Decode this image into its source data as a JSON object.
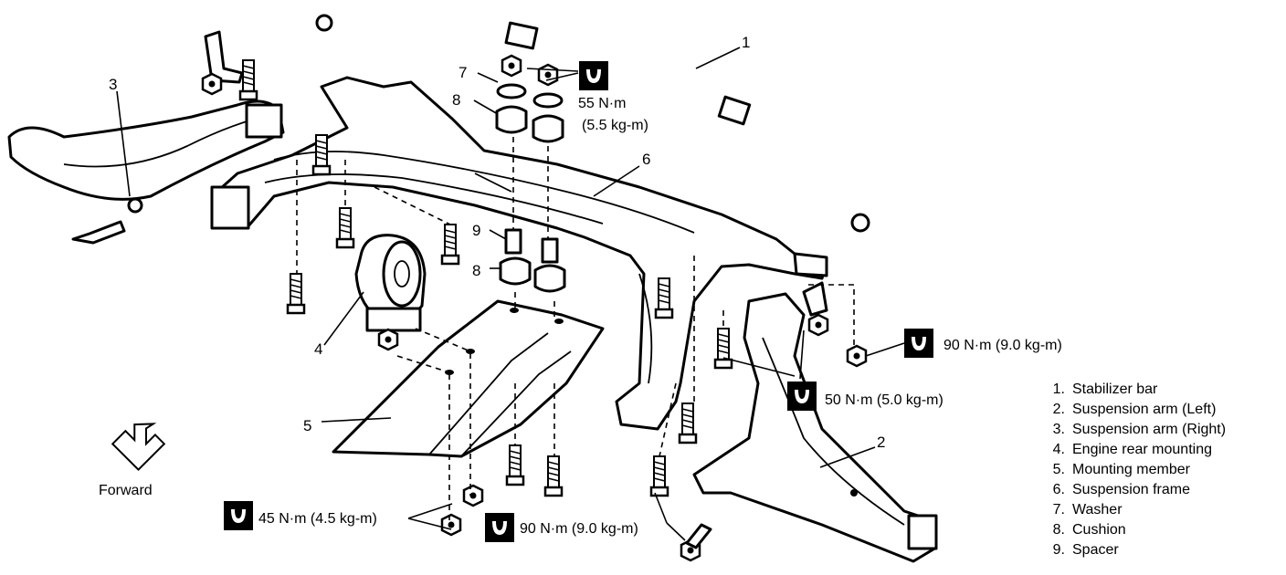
{
  "parts": {
    "p1": "1",
    "p2": "2",
    "p3": "3",
    "p4": "4",
    "p5": "5",
    "p6": "6",
    "p7": "7",
    "p8a": "8",
    "p8b": "8",
    "p9": "9"
  },
  "torques": {
    "t55_nm": "55 N·m",
    "t55_kgm": "(5.5 kg-m)",
    "t90_right": "90 N·m (9.0 kg-m)",
    "t50": "50 N·m (5.0 kg-m)",
    "t45": "45 N·m (4.5 kg-m)",
    "t90_bottom": "90 N·m (9.0 kg-m)"
  },
  "forward_label": "Forward",
  "legend": [
    {
      "num": "1.",
      "text": "Stabilizer bar"
    },
    {
      "num": "2.",
      "text": "Suspension arm (Left)"
    },
    {
      "num": "3.",
      "text": "Suspension arm (Right)"
    },
    {
      "num": "4.",
      "text": "Engine rear mounting"
    },
    {
      "num": "5.",
      "text": "Mounting member"
    },
    {
      "num": "6.",
      "text": "Suspension frame"
    },
    {
      "num": "7.",
      "text": "Washer"
    },
    {
      "num": "8.",
      "text": "Cushion"
    },
    {
      "num": "9.",
      "text": "Spacer"
    }
  ],
  "icons": {
    "torque_icon": "torque-wrench-symbol",
    "forward_arrow": "arrow-down-left-outline"
  }
}
